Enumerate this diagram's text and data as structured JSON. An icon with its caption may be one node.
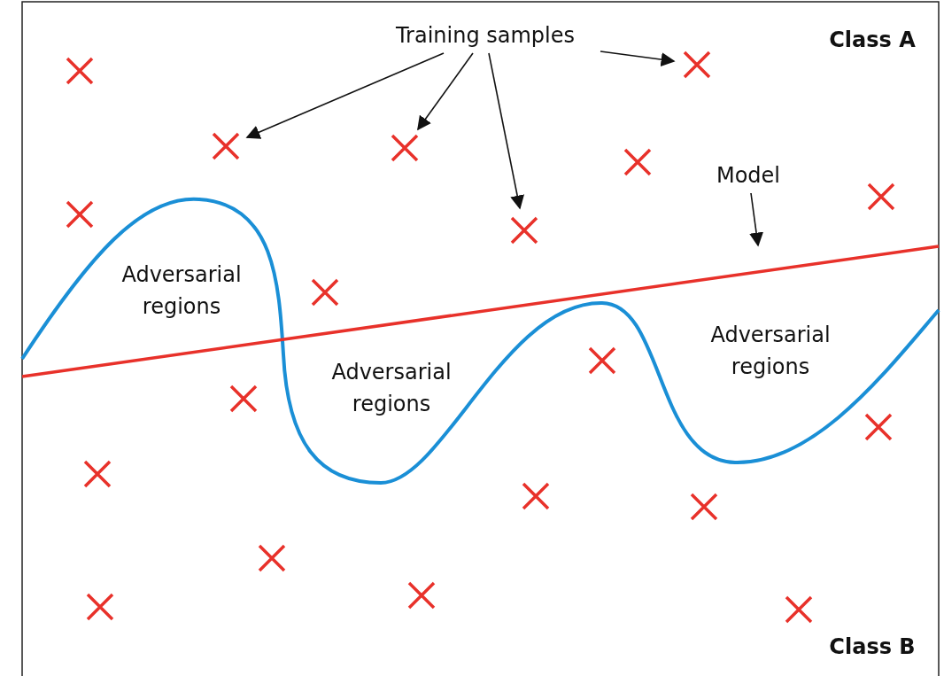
{
  "diagram": {
    "nodes": [
      {
        "text": [
          "Training samples"
        ]
      },
      {
        "text": [],
        "shape": "cross"
      },
      {
        "text": [],
        "shape": "cross"
      },
      {
        "text": [],
        "shape": "cross"
      },
      {
        "text": [],
        "shape": "cross"
      },
      {
        "text": [
          "Model"
        ]
      },
      {
        "text": [],
        "shape": "line"
      }
    ],
    "edges": [
      {
        "from": 0,
        "to": 1,
        "arrow": "to"
      },
      {
        "from": 0,
        "to": 2,
        "arrow": "to"
      },
      {
        "from": 0,
        "to": 3,
        "arrow": "to"
      },
      {
        "from": 0,
        "to": 4,
        "arrow": "to"
      },
      {
        "from": 5,
        "to": 6,
        "arrow": "to"
      }
    ],
    "labels": [
      "Class A",
      "Adversarial regions",
      "Adversarial regions",
      "Adversarial regions",
      "Class B"
    ]
  }
}
